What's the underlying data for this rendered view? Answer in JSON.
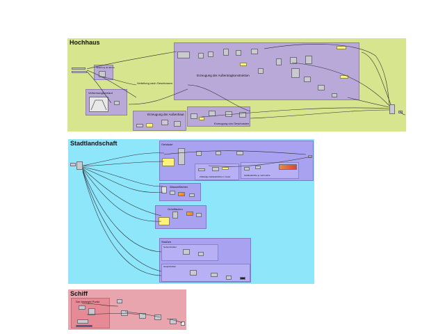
{
  "canvas": {
    "background": "#ffffff"
  },
  "colors": {
    "hochhaus_bg": "#d6e58e",
    "stadt_bg": "#8ee6fb",
    "schiff_bg": "#e9a5ad",
    "subgroup_hochhaus": "#b8a9d8",
    "subgroup_stadt": "#a9a2f0",
    "node": "#c9c9cf",
    "panel_yellow": "#fff27a",
    "wire": "#2a2a30"
  },
  "groups": {
    "hochhaus": {
      "title": "Hochhaus",
      "subgroups": {
        "verformung": "Verformungsverlauf",
        "aussenhaut": "Erzeugung der Außenhaut",
        "aussentragkonstruktion": "Erzeugung der Außentragkonstruktion",
        "geschossen": "Erzeugung von Geschossen",
        "verteilung": "Verteilung nach Geschossen",
        "skalierung": "Skalierung der Ebene"
      }
    },
    "stadtlandschaft": {
      "title": "Stadtlandschaft",
      "subgroups": {
        "gebaeude": "Gebäude",
        "zulaessige": "Zulässige Gebäudehöhe in meter",
        "gebaeudehoehe": "Gebäudehöhe je nach Höhe",
        "wasserflaechen": "Wasserflächen",
        "gruenflaechen": "Grünflächen",
        "strassen": "Straßen",
        "nebenstrassen": "Nebenstraßen",
        "hauptstrassen": "Hauptstraßen"
      }
    },
    "schiff": {
      "title": "Schiff",
      "subgroups": {
        "punkt": "Der bewegte Punkt"
      }
    }
  }
}
